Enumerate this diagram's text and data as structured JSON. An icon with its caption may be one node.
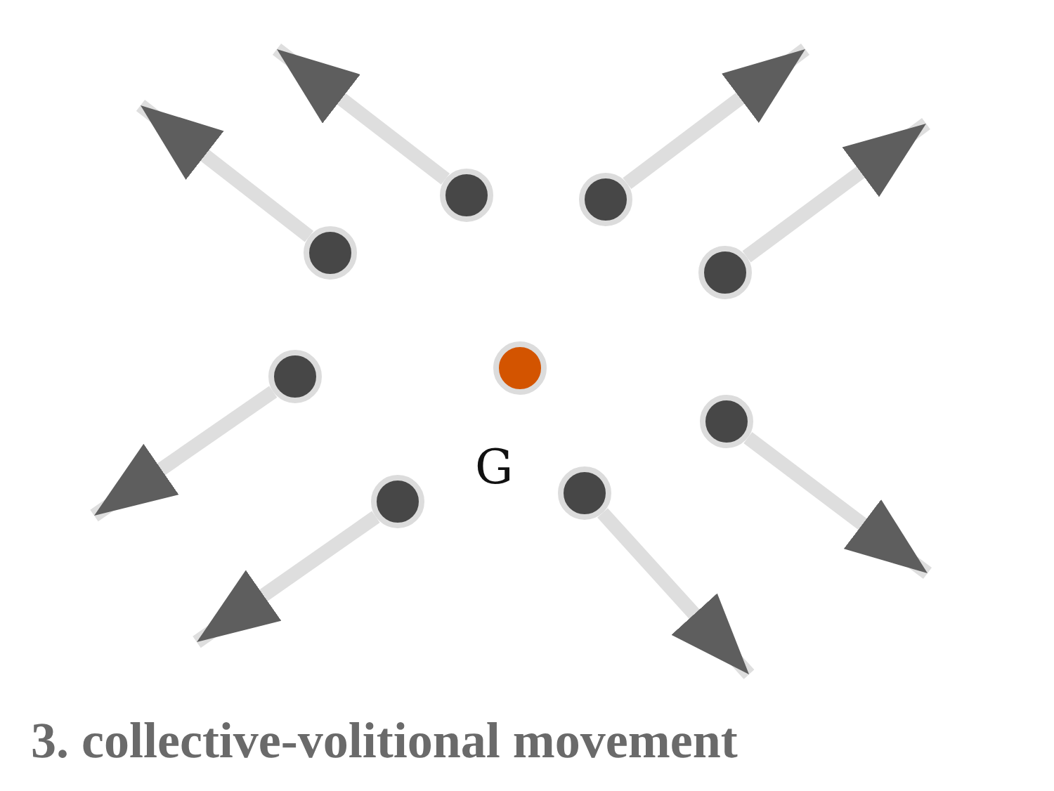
{
  "diagram": {
    "caption": "3. collective-volitional movement",
    "nodes": [
      {
        "text": [],
        "shape": "circle"
      },
      {
        "text": [],
        "shape": "circle"
      },
      {
        "text": [],
        "shape": "circle"
      },
      {
        "text": [],
        "shape": "circle"
      },
      {
        "text": [],
        "shape": "circle"
      },
      {
        "text": [],
        "shape": "circle"
      },
      {
        "text": [],
        "shape": "circle"
      },
      {
        "text": [],
        "shape": "circle"
      },
      {
        "text": [],
        "shape": "circle"
      }
    ],
    "edges": [
      {
        "from": 0,
        "to": null,
        "arrow": "to"
      },
      {
        "from": 1,
        "to": null,
        "arrow": "to"
      },
      {
        "from": 2,
        "to": null,
        "arrow": "to"
      },
      {
        "from": 3,
        "to": null,
        "arrow": "to"
      },
      {
        "from": 5,
        "to": null,
        "arrow": "to"
      },
      {
        "from": 6,
        "to": null,
        "arrow": "to"
      },
      {
        "from": 7,
        "to": null,
        "arrow": "to"
      },
      {
        "from": 8,
        "to": null,
        "arrow": "to"
      }
    ],
    "labels": [
      "G"
    ]
  }
}
